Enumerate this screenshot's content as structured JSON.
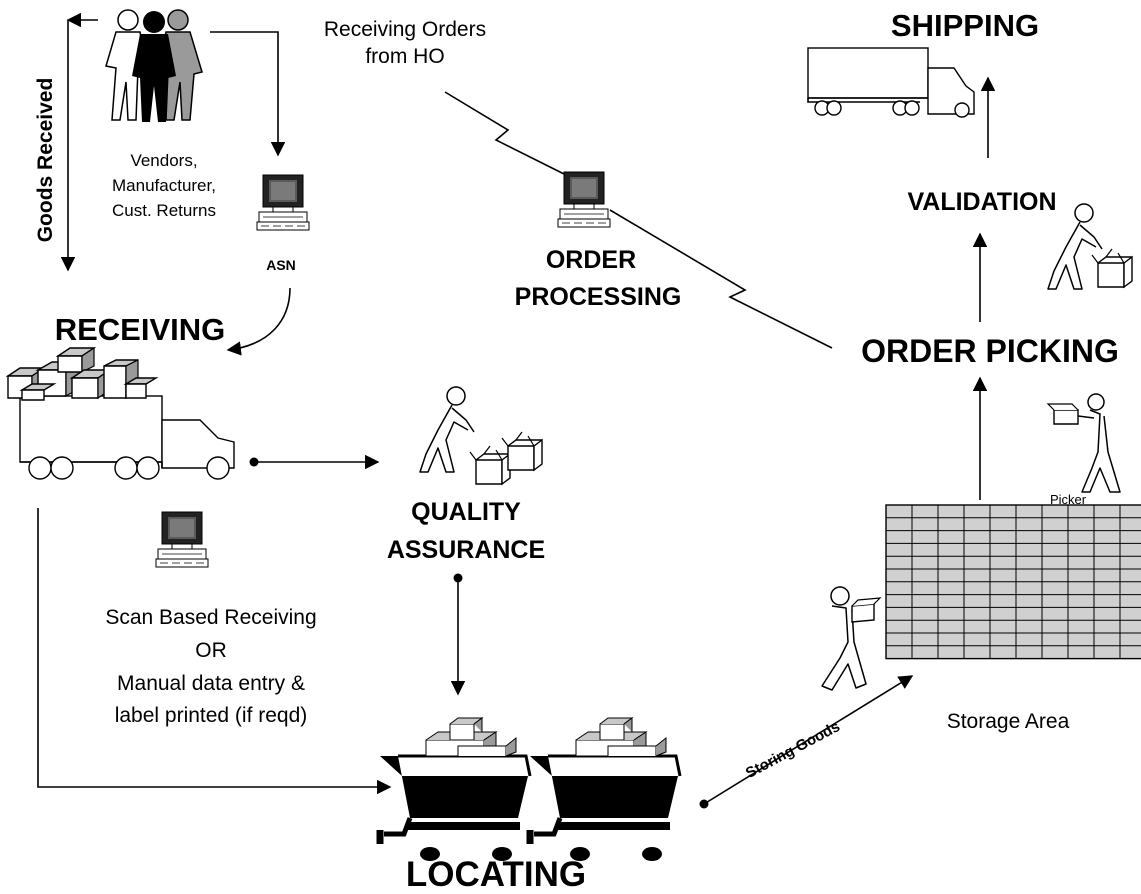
{
  "labels": {
    "shipping": "SHIPPING",
    "receiving_orders_line1": "Receiving Orders",
    "receiving_orders_line2": "from HO",
    "goods_received": "Goods Received",
    "vendors_line1": "Vendors,",
    "vendors_line2": "Manufacturer,",
    "vendors_line3": "Cust. Returns",
    "asn": "ASN",
    "order_processing_line1": "ORDER",
    "order_processing_line2": "PROCESSING",
    "validation": "VALIDATION",
    "receiving": "RECEIVING",
    "order_picking": "ORDER PICKING",
    "quality_line1": "QUALITY",
    "quality_line2": "ASSURANCE",
    "picker": "Picker",
    "scan_line1": "Scan Based Receiving",
    "scan_line2": "OR",
    "scan_line3": "Manual data entry &",
    "scan_line4": "label printed (if reqd)",
    "storage_area": "Storage Area",
    "storing_goods": "Storing Goods",
    "locating": "LOCATING"
  },
  "icons": {
    "people": "people-group-icon",
    "computer": "computer-terminal-icon",
    "truck": "truck-icon",
    "worker": "worker-lifting-box-icon",
    "cart": "shopping-cart-icon",
    "rack": "storage-rack-icon"
  },
  "colors": {
    "line": "#000000",
    "box_grey": "#c8c8c8",
    "background": "#ffffff"
  }
}
